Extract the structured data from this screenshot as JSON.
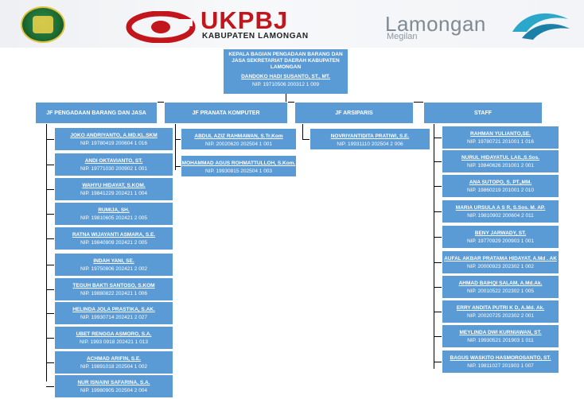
{
  "header": {
    "ukp_title": "UKPBJ",
    "ukp_subtitle": "KABUPATEN LAMONGAN",
    "lamongan_title": "Lamongan",
    "lamongan_subtitle": "Megilan"
  },
  "head": {
    "title": "KEPALA BAGIAN PENGADAAN BARANG DAN JASA SEKRETARIAT DAERAH KABUPATEN LAMONGAN",
    "name": "DANDOKO HADI SUSANTO, ST., MT.",
    "nip": "NIP. 19710506 200312 1 009"
  },
  "groups": [
    {
      "title": "JF PENGADAAN BARANG DAN JASA",
      "members": [
        {
          "name": "JOKO ANDRIYANTO, A.MD.KL.SKM",
          "nip": "NIP. 19780419 200604 1 016"
        },
        {
          "name": "ANDI OKTAVIANTO, ST.",
          "nip": "NIP. 19771030 200902 1 001"
        },
        {
          "name": "WAHYU HIDAYAT, S.KOM.",
          "nip": "NIP. 19841229 202421 1 004"
        },
        {
          "name": "RUMIJA, SH.",
          "nip": "NIP. 19810605 202421 2 005"
        },
        {
          "name": "RATNA WIJAYANTI ASMARA, S.E.",
          "nip": "NIP. 19840909 202421 2 005"
        },
        {
          "name": "INDAH YANI, SE.",
          "nip": "NIP. 19750806 202421 2 002"
        },
        {
          "name": "TEGUH BAKTI SANTOSO, S.KOM",
          "nip": "NIP. 19880822 202421 1 006"
        },
        {
          "name": "HELINDA JOLA PRASTIKA, S.AK.",
          "nip": "NIP. 19930714 202421 2 027"
        },
        {
          "name": "UBET RENGGA ASMORO, S.A.",
          "nip": "NIP. 1993 0918 202421 1 013"
        },
        {
          "name": "ACHMAD ARIFIN, S.E.",
          "nip": "NIP. 19891018 202504 1 002"
        },
        {
          "name": "NUR ISNAINI SAFARINA, S.A.",
          "nip": "NIP. 19980905 202504 2 004"
        }
      ]
    },
    {
      "title": "JF PRANATA KOMPUTER",
      "members": [
        {
          "name": "ABDUL AZIZ RAHMAWAN, S.Tr.Kom",
          "nip": "NIP. 20020620 202504 1 001"
        },
        {
          "name": "MOHAMMAD AGUS ROHMATTULLOH, S.Kom.",
          "nip": "NIP. 19930815 202504 1 003"
        }
      ]
    },
    {
      "title": "JF ARSIPARIS",
      "members": [
        {
          "name": "NOVRIYANTIDITA PRATIWI, S.E.",
          "nip": "NIP. 19931110 202504 2 006"
        }
      ]
    },
    {
      "title": "STAFF",
      "members": [
        {
          "name": "RAHMAN YULIANTO,SE.",
          "nip": "NIP. 19780721 201001 1 016"
        },
        {
          "name": "NURUL HIDAYATUL LAIL,S.Sos.",
          "nip": "NIP. 19840626 201001 2 001"
        },
        {
          "name": "ANA SUTOPO, S. PT.,MM.",
          "nip": "NIP. 19860219 201001 2 010"
        },
        {
          "name": "MARIA URSULA A S R, S.Sos. M. AP.",
          "nip": "NIP. 19810902 200604 2 011"
        },
        {
          "name": "BENY JARWADY, ST.",
          "nip": "NIP. 19770929 200903 1 001"
        },
        {
          "name": "AUFAL AKBAR PRATAMA HIDAYAT, A.Md . AK",
          "nip": "NIP. 20000923 202302 1 002"
        },
        {
          "name": "AHMAD BAIHQI SALAM, A.Md.Ak.",
          "nip": "NIP. 20010522 202302 1 005"
        },
        {
          "name": "ERRY ANDITA PUTRI K D, A.Md. Ak.",
          "nip": "NIP. 20020725 202302 2 001"
        },
        {
          "name": "MEYLINDA DWI KURNIAWAN, ST.",
          "nip": "NIP. 19930521 201903 1 011"
        },
        {
          "name": "BAGUS WASKITO HASMOROSANTO, ST.",
          "nip": "NIP. 19811027 201903 1 007"
        }
      ]
    }
  ],
  "colors": {
    "box": "#5b9bd5",
    "ukp_red": "#c3161c",
    "seal_green": "#1c6a33"
  }
}
